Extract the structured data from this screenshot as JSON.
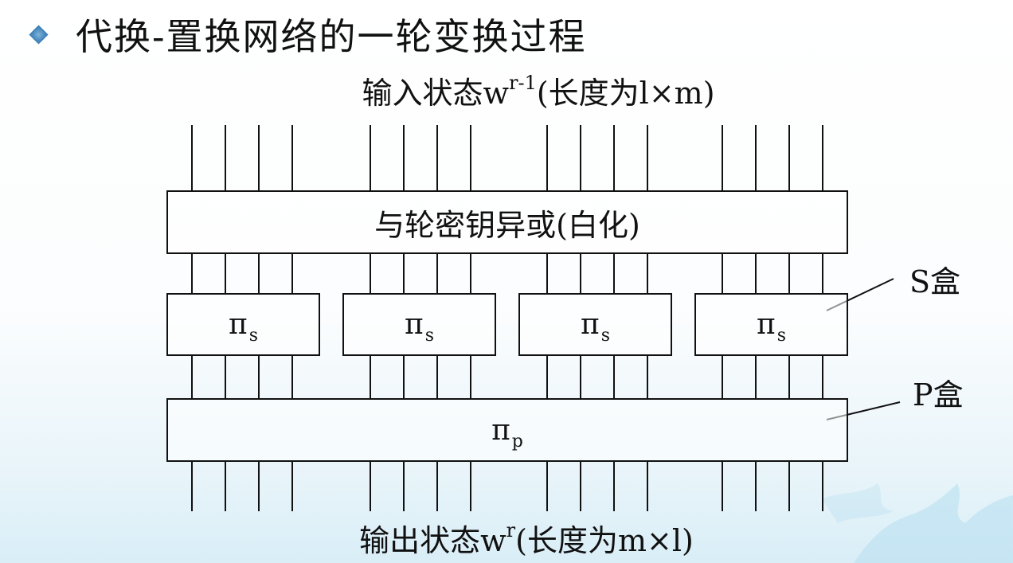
{
  "title": "代换-置换网络的一轮变换过程",
  "input_label": {
    "prefix": "输入状态w",
    "sup": "r-1",
    "suffix": "(长度为l×m)"
  },
  "key_box_label": "与轮密钥异或(白化)",
  "sbox_symbol": "π",
  "sbox_subscript": "s",
  "sboxes": [
    {
      "symbol": "π",
      "sub": "s"
    },
    {
      "symbol": "π",
      "sub": "s"
    },
    {
      "symbol": "π",
      "sub": "s"
    },
    {
      "symbol": "π",
      "sub": "s"
    }
  ],
  "pbox": {
    "symbol": "π",
    "sub": "p"
  },
  "sbox_callout": "S盒",
  "pbox_callout": "P盒",
  "output_label": {
    "prefix": "输出状态w",
    "sup": "r",
    "suffix": "(长度为m×l)"
  },
  "colors": {
    "bullet": "#3b7fb5",
    "line": "#111111"
  },
  "bullet_icon": "diamond-bullet-icon"
}
